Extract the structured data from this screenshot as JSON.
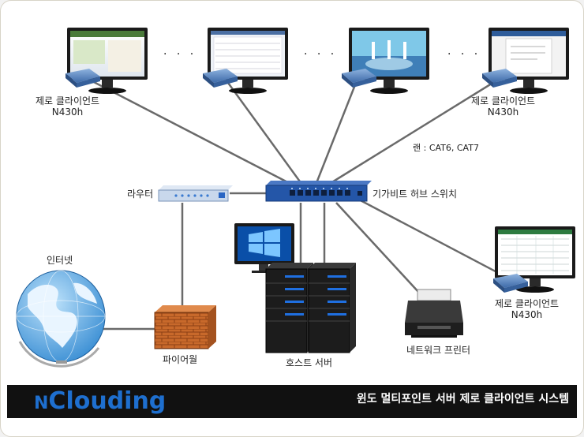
{
  "labels": {
    "zero_client": "제로 클라이언트",
    "model": "N430h",
    "lan": "랜 : CAT6, CAT7",
    "router": "라우터",
    "hub_switch": "기가비트 허브 스위치",
    "internet": "인터넷",
    "firewall": "파이어월",
    "host_server": "호스트 서버",
    "network_printer": "네트워크 프린터",
    "dots": "· · ·"
  },
  "footer": {
    "brand_prefix": "N",
    "brand_rest": "Clouding",
    "title": "윈도 멀티포인트 서버 제로 클라이언트 시스템"
  },
  "colors": {
    "brand_blue": "#1e6fcf",
    "hub_blue": "#2456a8",
    "globe_blue": "#2a8fd8",
    "brick": "#c96a2c",
    "footer_bg": "#111111"
  }
}
